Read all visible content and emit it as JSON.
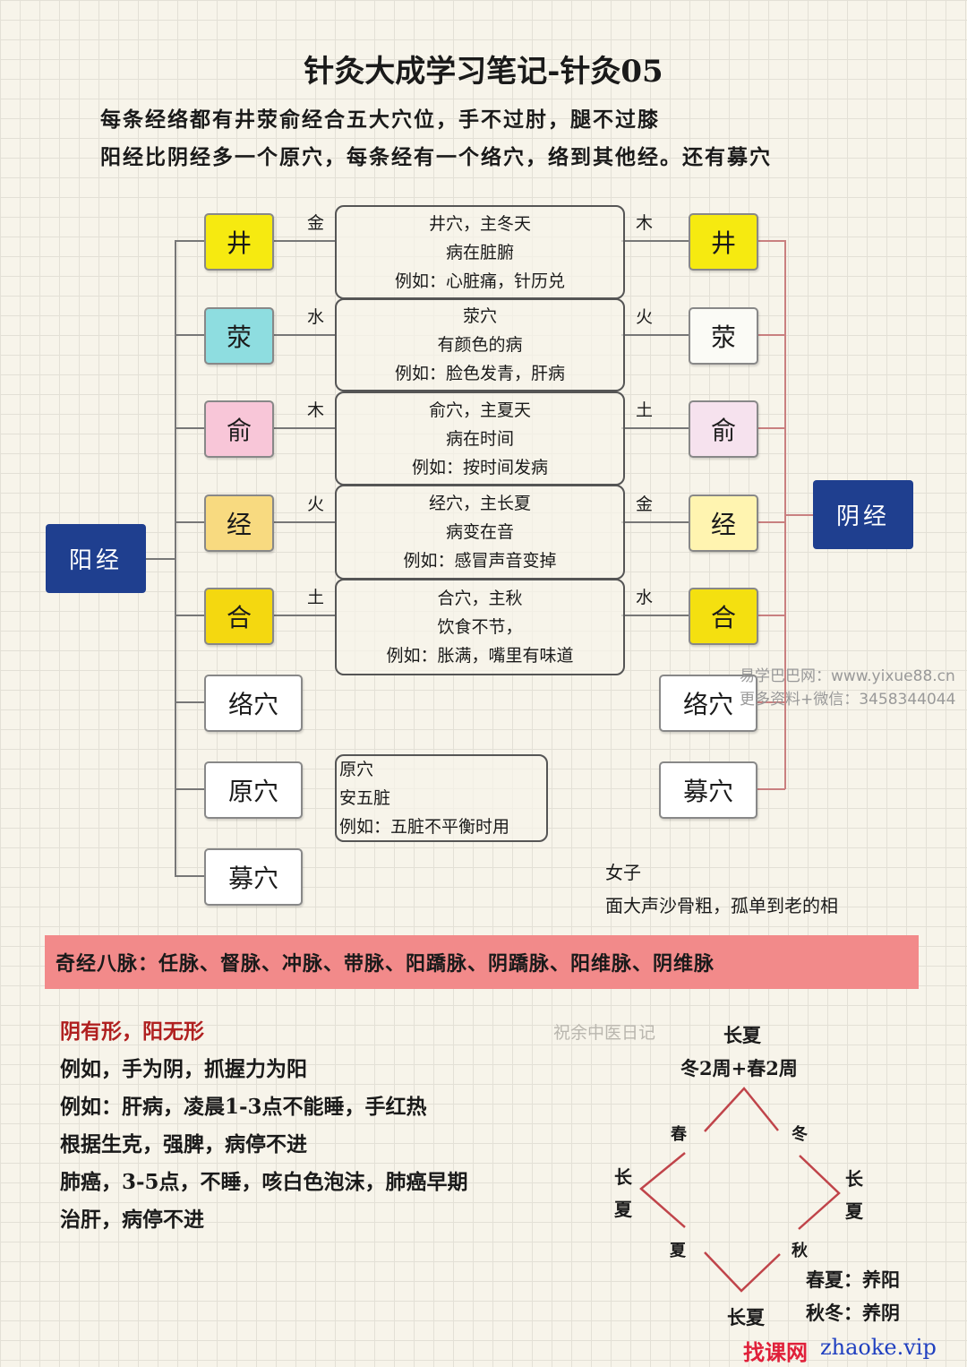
{
  "title": "针灸大成学习笔记-针灸05",
  "intro": [
    "每条经络都有井荥俞经合五大穴位，手不过肘，腿不过膝",
    "阳经比阴经多一个原穴，每条经有一个络穴，络到其他经。还有募穴"
  ],
  "yang_label": "阳经",
  "yin_label": "阴经",
  "left_points": [
    {
      "label": "井",
      "element": "金",
      "color": "#f6ea10"
    },
    {
      "label": "荥",
      "element": "水",
      "color": "#8edde0"
    },
    {
      "label": "俞",
      "element": "木",
      "color": "#f8c6d8"
    },
    {
      "label": "经",
      "element": "火",
      "color": "#f8da80"
    },
    {
      "label": "合",
      "element": "土",
      "color": "#f4d810"
    },
    {
      "label": "络穴",
      "color": "#ffffff"
    },
    {
      "label": "原穴",
      "color": "#ffffff"
    },
    {
      "label": "募穴",
      "color": "#ffffff"
    }
  ],
  "right_points": [
    {
      "label": "井",
      "element": "木",
      "color": "#f6ea10"
    },
    {
      "label": "荥",
      "element": "火",
      "color": "#fbfbf6"
    },
    {
      "label": "俞",
      "element": "土",
      "color": "#f6e2ee"
    },
    {
      "label": "经",
      "element": "金",
      "color": "#fff4b0"
    },
    {
      "label": "合",
      "element": "水",
      "color": "#f4e010"
    },
    {
      "label": "络穴",
      "color": "#ffffff"
    },
    {
      "label": "募穴",
      "color": "#ffffff"
    }
  ],
  "descriptions": [
    [
      "井穴，主冬天",
      "病在脏腑",
      "例如：心脏痛，针历兑"
    ],
    [
      "荥穴",
      "有颜色的病",
      "例如：脸色发青，肝病"
    ],
    [
      "俞穴，主夏天",
      "病在时间",
      "例如：按时间发病"
    ],
    [
      "经穴，主长夏",
      "病变在音",
      "例如：感冒声音变掉"
    ],
    [
      "合穴，主秋",
      "饮食不节，",
      "例如：胀满，嘴里有味道"
    ]
  ],
  "yuan_desc": [
    "原穴",
    "安五脏",
    "例如：五脏不平衡时用"
  ],
  "female_note": [
    "女子",
    "面大声沙骨粗，孤单到老的相"
  ],
  "banner": "奇经八脉：任脉、督脉、冲脉、带脉、阳蹻脉、阴蹻脉、阳维脉、阴维脉",
  "notes": [
    "阴有形，阳无形",
    "例如，手为阴，抓握力为阳",
    "例如：肝病，凌晨1-3点不能睡，手红热",
    "根据生克，强脾，病停不进",
    "肺癌，3-5点，不睡，咳白色泡沫，肺癌早期",
    "治肝，病停不进"
  ],
  "diamond": {
    "top": "长夏",
    "top_sub": "冬2周+春2周",
    "spring": "春",
    "winter": "冬",
    "left": "长夏",
    "right": "长夏",
    "summer": "夏",
    "autumn": "秋",
    "bottom": "长夏"
  },
  "nourish": [
    "春夏：养阳",
    "秋冬：养阴"
  ],
  "watermarks": [
    "易学巴巴网：www.yixue88.cn",
    "更多资料+微信：3458344044",
    "祝余中医日记",
    "找课网",
    "zhaoke.vip"
  ],
  "colors": {
    "navy": "#1f3f8f",
    "banner": "#f28a8a",
    "note_red": "#b02020",
    "diamond": "#c0444a"
  }
}
